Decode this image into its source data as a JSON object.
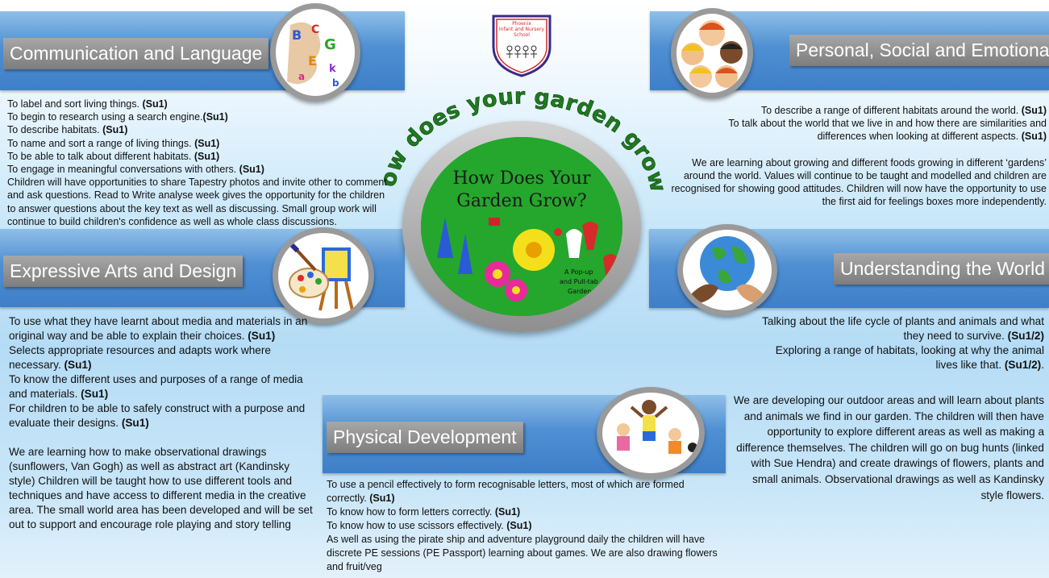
{
  "main_title": "How does your garden grow?",
  "school_logo": {
    "line1": "Phoenix",
    "line2": "Infant and Nursery",
    "line3": "School"
  },
  "book_cover": {
    "title_line1": "How Does Your",
    "title_line2": "Garden Grow?",
    "sub_line1": "A Pop-up",
    "sub_line2": "and Pull-tab",
    "sub_line3": "Garden"
  },
  "communication": {
    "title": "Communication and Language",
    "lines": [
      {
        "t": "To label and sort living things. ",
        "b": "(Su1)"
      },
      {
        "t": "To begin to research using a search engine.",
        "b": "(Su1)"
      },
      {
        "t": " To describe habitats. ",
        "b": "(Su1)"
      },
      {
        "t": "To name and sort a range of living things. ",
        "b": "(Su1)"
      },
      {
        "t": " To be able to talk about different habitats. ",
        "b": "(Su1)"
      },
      {
        "t": " To engage in meaningful conversations with others. ",
        "b": "(Su1)"
      }
    ],
    "para": "Children will have opportunities to share Tapestry photos and invite other to comment and ask questions. Read to Write analyse week gives the opportunity for the children to answer questions about the key text as well as discussing. Small group work will continue to build children's confidence as well as whole class discussions."
  },
  "personal": {
    "title": "Personal, Social and Emotional",
    "line1": "To describe a range of different habitats around the world. ",
    "line1_b": "(Su1)",
    "line2a": "To talk about the world that we live in and how there are similarities and",
    "line2b": "differences when looking at different aspects. ",
    "line2_b": "(Su1)",
    "para": "We are learning about growing and different foods growing in different ‘gardens’ around the world. Values will continue to be taught and modelled and children are recognised for showing good attitudes. Children will now have the opportunity to use the first aid for feelings boxes more independently."
  },
  "expressive": {
    "title": "Expressive Arts and Design",
    "lines": [
      {
        "t": "To use what they have learnt about media and materials in an original way and be able to explain their choices. ",
        "b": "(Su1)"
      },
      {
        "t": "Selects appropriate resources and adapts work where necessary. ",
        "b": "(Su1)"
      },
      {
        "t": "To know the different uses and purposes of a range of media and materials. ",
        "b": "(Su1)"
      },
      {
        "t": "For children to be able to safely construct with a purpose and evaluate their designs. ",
        "b": "(Su1)"
      }
    ],
    "para": "We are learning how to make observational drawings (sunflowers, Van Gogh) as well as abstract art (Kandinsky style) Children will be taught how to use different tools and techniques and have access to different media in the creative area. The small world area has been developed and will be set out to support and encourage  role playing and story telling"
  },
  "understanding": {
    "title": "Understanding the World",
    "line1a": "Talking about the life cycle of plants and animals and what",
    "line1b": "they need to survive. ",
    "line1_b": "(Su1/2)",
    "line2a": "Exploring a range of habitats, looking at why the animal",
    "line2b": "lives like that. ",
    "line2_b": "(Su1/2)",
    "line2_end": ".",
    "para": "We are developing our outdoor areas and will learn about plants and animals we find in our garden. The children will then have opportunity to explore different areas as well as making a difference themselves. The children will go on bug hunts (linked with Sue Hendra) and create drawings of flowers, plants and small animals. Observational drawings as well as Kandinsky style flowers."
  },
  "physical": {
    "title": "Physical Development",
    "lines": [
      {
        "t": "To use a pencil effectively to form recognisable letters, most of which are formed correctly. ",
        "b": "(Su1)"
      },
      {
        "t": "To know how to form letters correctly. ",
        "b": "(Su1)"
      },
      {
        "t": "To know how to use scissors effectively. ",
        "b": "(Su1)"
      }
    ],
    "para": "As well as using the pirate ship and adventure playground daily the children will have discrete PE sessions (PE Passport) learning about games. We are also drawing flowers and fruit/veg"
  }
}
